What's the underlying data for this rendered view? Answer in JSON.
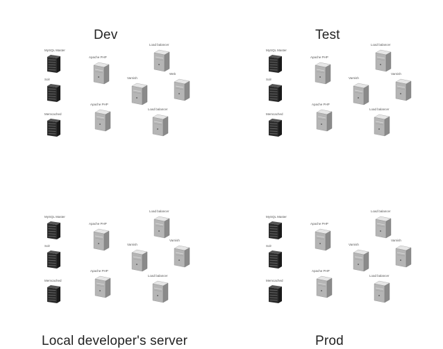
{
  "colors": {
    "tower_light": "#e6e6e6",
    "tower_mid": "#b5b5b5",
    "tower_dark": "#8a8a8a",
    "rack_body": "#2b2b2b",
    "rack_shine": "#6a6a6a"
  },
  "icons": {
    "tower": "server-tower-icon",
    "rack": "server-rack-icon"
  },
  "quadrants": [
    {
      "title": "Dev",
      "nodes": [
        {
          "label": "MySQL Master",
          "kind": "rack"
        },
        {
          "label": "Solr",
          "kind": "rack"
        },
        {
          "label": "Memcached",
          "kind": "rack"
        },
        {
          "label": "Apache PHP",
          "kind": "tower"
        },
        {
          "label": "Apache PHP",
          "kind": "tower"
        },
        {
          "label": "Varnish",
          "kind": "tower"
        },
        {
          "label": "Load balancer",
          "kind": "tower"
        },
        {
          "label": "Web",
          "kind": "tower"
        },
        {
          "label": "Load balancer",
          "kind": "tower"
        }
      ]
    },
    {
      "title": "Test",
      "nodes": [
        {
          "label": "MySQL Master",
          "kind": "rack"
        },
        {
          "label": "Solr",
          "kind": "rack"
        },
        {
          "label": "Memcached",
          "kind": "rack"
        },
        {
          "label": "Apache PHP",
          "kind": "tower"
        },
        {
          "label": "Apache PHP",
          "kind": "tower"
        },
        {
          "label": "Varnish",
          "kind": "tower"
        },
        {
          "label": "Load balancer",
          "kind": "tower"
        },
        {
          "label": "Varnish",
          "kind": "tower"
        },
        {
          "label": "Load balancer",
          "kind": "tower"
        }
      ]
    },
    {
      "title": "Local developer's server",
      "nodes": [
        {
          "label": "MySQL Master",
          "kind": "rack"
        },
        {
          "label": "Solr",
          "kind": "rack"
        },
        {
          "label": "Memcached",
          "kind": "rack"
        },
        {
          "label": "Apache PHP",
          "kind": "tower"
        },
        {
          "label": "Apache PHP",
          "kind": "tower"
        },
        {
          "label": "Varnish",
          "kind": "tower"
        },
        {
          "label": "Load balancer",
          "kind": "tower"
        },
        {
          "label": "Varnish",
          "kind": "tower"
        },
        {
          "label": "Load balancer",
          "kind": "tower"
        }
      ]
    },
    {
      "title": "Prod",
      "nodes": [
        {
          "label": "MySQL Master",
          "kind": "rack"
        },
        {
          "label": "Solr",
          "kind": "rack"
        },
        {
          "label": "Memcached",
          "kind": "rack"
        },
        {
          "label": "Apache PHP",
          "kind": "tower"
        },
        {
          "label": "Apache PHP",
          "kind": "tower"
        },
        {
          "label": "Varnish",
          "kind": "tower"
        },
        {
          "label": "Load balancer",
          "kind": "tower"
        },
        {
          "label": "Varnish",
          "kind": "tower"
        },
        {
          "label": "Load balancer",
          "kind": "tower"
        }
      ]
    }
  ]
}
